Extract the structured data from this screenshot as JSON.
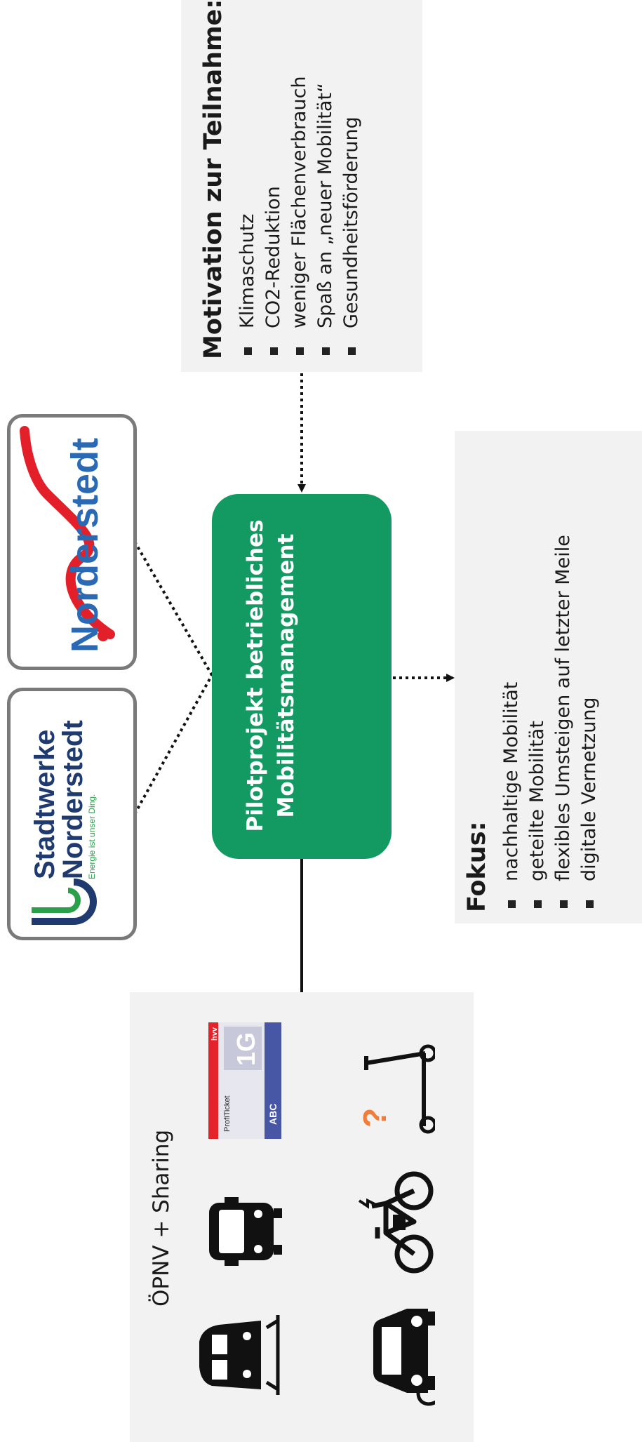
{
  "center": {
    "line1": "Pilotprojekt betriebliches",
    "line2": "Mobilitätsmanagement"
  },
  "motivation": {
    "title": "Motivation zur Teilnahme:",
    "items": [
      "Klimaschutz",
      "CO2-Reduktion",
      "weniger Flächenverbrauch",
      "Spaß an „neuer Mobilität“",
      "Gesundheitsförderung"
    ]
  },
  "focus": {
    "title": "Fokus:",
    "items": [
      "nachhaltige Mobilität",
      "geteilte Mobilität",
      "flexibles Umsteigen auf letzter Meile",
      "digitale Vernetzung"
    ]
  },
  "sharing": {
    "title": "ÖPNV + Sharing",
    "icons": [
      "train-icon",
      "bus-icon",
      "ticket-icon",
      "electric-car-icon",
      "e-bike-icon",
      "e-scooter-icon"
    ],
    "scooter_mark": "?"
  },
  "logos": {
    "stadtwerke": {
      "line1": "Stadtwerke",
      "line2": "Norderstedt",
      "tagline": "Energie ist unser Ding."
    },
    "norderstedt": {
      "text": "Norderstedt"
    }
  },
  "ticket": {
    "brand": "hvv",
    "name": "ProfiTicket",
    "zone": "1G",
    "abc": "ABC"
  },
  "colors": {
    "center_green": "#139a63",
    "panel_gray": "#f2f2f2",
    "norderstedt_blue": "#2a6ab5",
    "norderstedt_red": "#e3202a",
    "stadtwerke_navy": "#1e3a6e",
    "stadtwerke_green": "#2aa04a",
    "accent_orange": "#ef7d3b"
  }
}
